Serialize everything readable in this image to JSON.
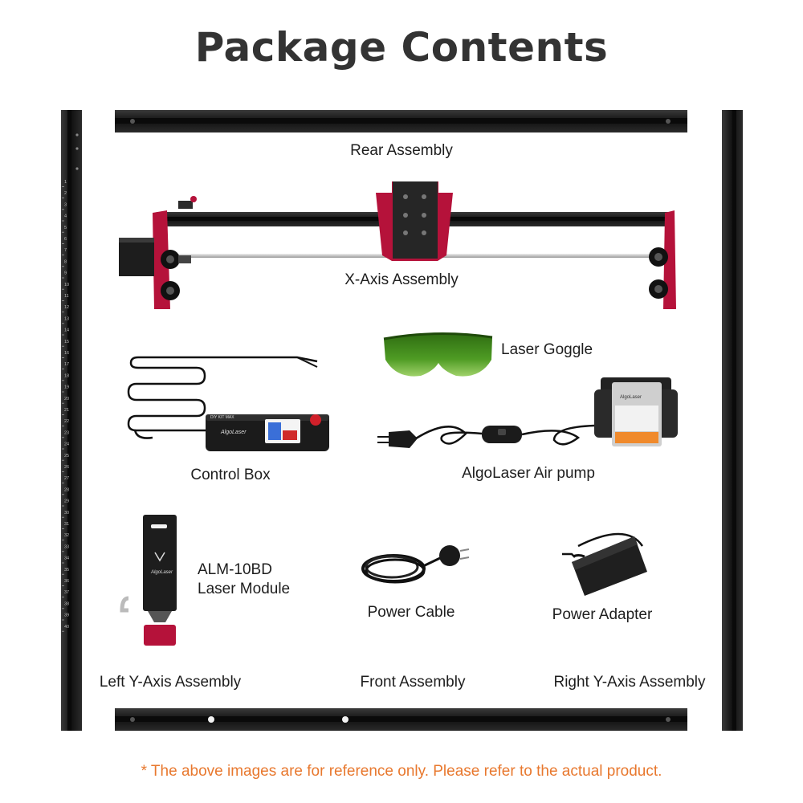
{
  "title": "Package Contents",
  "labels": {
    "rear_assembly": "Rear Assembly",
    "x_axis_assembly": "X-Axis Assembly",
    "laser_goggle": "Laser Goggle",
    "control_box": "Control Box",
    "air_pump": "AlgoLaser Air pump",
    "laser_module_line1": "ALM-10BD",
    "laser_module_line2": "Laser Module",
    "power_cable": "Power Cable",
    "power_adapter": "Power Adapter",
    "left_y_axis": "Left Y-Axis Assembly",
    "front_assembly": "Front Assembly",
    "right_y_axis": "Right Y-Axis Assembly"
  },
  "brand_marks": {
    "control_box_brand": "AlgoLaser",
    "control_box_model": "DIY KIT MAX",
    "module_brand": "AlgoLaser",
    "pump_brand": "AlgoLaser"
  },
  "ruler_numbers": [
    "1",
    "2",
    "3",
    "4",
    "5",
    "6",
    "7",
    "8",
    "9",
    "10",
    "11",
    "12",
    "13",
    "14",
    "15",
    "16",
    "17",
    "18",
    "19",
    "20",
    "21",
    "22",
    "23",
    "24",
    "25",
    "26",
    "27",
    "28",
    "29",
    "30",
    "31",
    "32",
    "33",
    "34",
    "35",
    "36",
    "37",
    "38",
    "39",
    "40"
  ],
  "footnote": {
    "star": "*",
    "text": "The above images are for reference only. Please refer to the actual product."
  },
  "colors": {
    "title": "#333333",
    "footnote": "#e8782e",
    "frame_red": "#b5123a",
    "rail": "#1b1b1b",
    "goggle_green": "#3f8a1e"
  }
}
